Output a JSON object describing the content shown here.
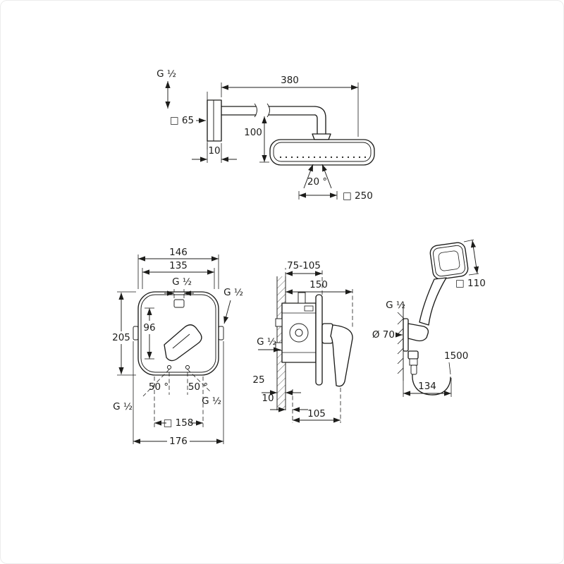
{
  "page": {
    "background": "#ffffff",
    "line_color": "#1d1d1b"
  },
  "head_shower": {
    "thread_label": "G ½",
    "flange_size": "□ 65",
    "arm_projection": "380",
    "head_drop": "100",
    "flange_depth": "10",
    "spray_angle": "20 °",
    "head_size": "□ 250"
  },
  "mixer_front": {
    "width_top": "146",
    "width_inner": "135",
    "thread_top": "G ½",
    "thread_side": "G ½",
    "center_height": "96",
    "plate_height": "205",
    "angle_left": "50 °",
    "angle_right": "50 °",
    "thread_bottom_left": "G ½",
    "thread_bottom_right": "G ½",
    "rough_in_size": "□ 158",
    "overall_width": "176"
  },
  "mixer_side": {
    "install_depth_range": "75-105",
    "depth_total": "150",
    "thread": "G ½",
    "wall_min": "25",
    "plate_gap": "10",
    "lever_projection": "105"
  },
  "hand_shower": {
    "head_size": "□ 110",
    "thread": "G ½",
    "holder_diameter": "Ø 70",
    "hose_length": "1500",
    "wall_offset": "134"
  }
}
